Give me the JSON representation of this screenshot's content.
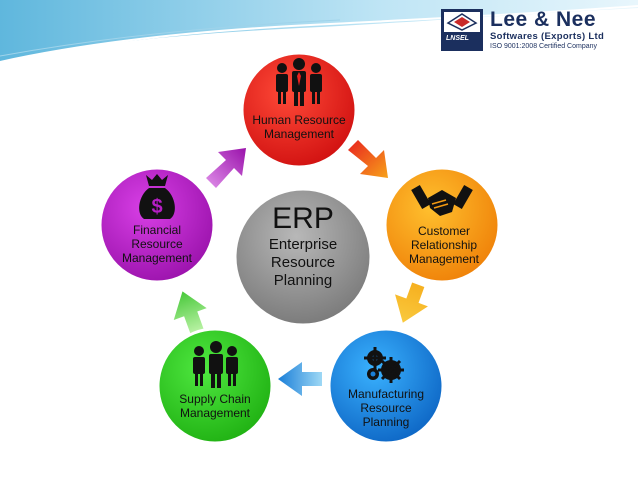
{
  "logo": {
    "company": "Lee & Nee",
    "subtitle": "Softwares (Exports) Ltd",
    "certification": "ISO 9001:2008 Certified Company",
    "mark_text": "LNSEL"
  },
  "center": {
    "title": "ERP",
    "subtitle_line1": "Enterprise",
    "subtitle_line2": "Resource",
    "subtitle_line3": "Planning"
  },
  "nodes": {
    "hr": {
      "line1": "Human Resource",
      "line2": "Management",
      "icon": "people-icon",
      "color": "#e8221f"
    },
    "crm": {
      "line1": "Customer",
      "line2": "Relationship",
      "line3": "Management",
      "icon": "handshake-icon",
      "color": "#f49a12"
    },
    "mrp": {
      "line1": "Manufacturing",
      "line2": "Resource",
      "line3": "Planning",
      "icon": "gears-icon",
      "color": "#1a7fd8"
    },
    "scm": {
      "line1": "Supply Chain",
      "line2": "Management",
      "icon": "people-icon",
      "color": "#2ec81f"
    },
    "fin": {
      "line1": "Financial",
      "line2": "Resource",
      "line3": "Management",
      "icon": "money-bag-icon",
      "color": "#b51ec4"
    }
  },
  "colors": {
    "header_wave": "#a8d8ee",
    "center": "#8a8a8a",
    "logo_text": "#1b2f5e"
  }
}
